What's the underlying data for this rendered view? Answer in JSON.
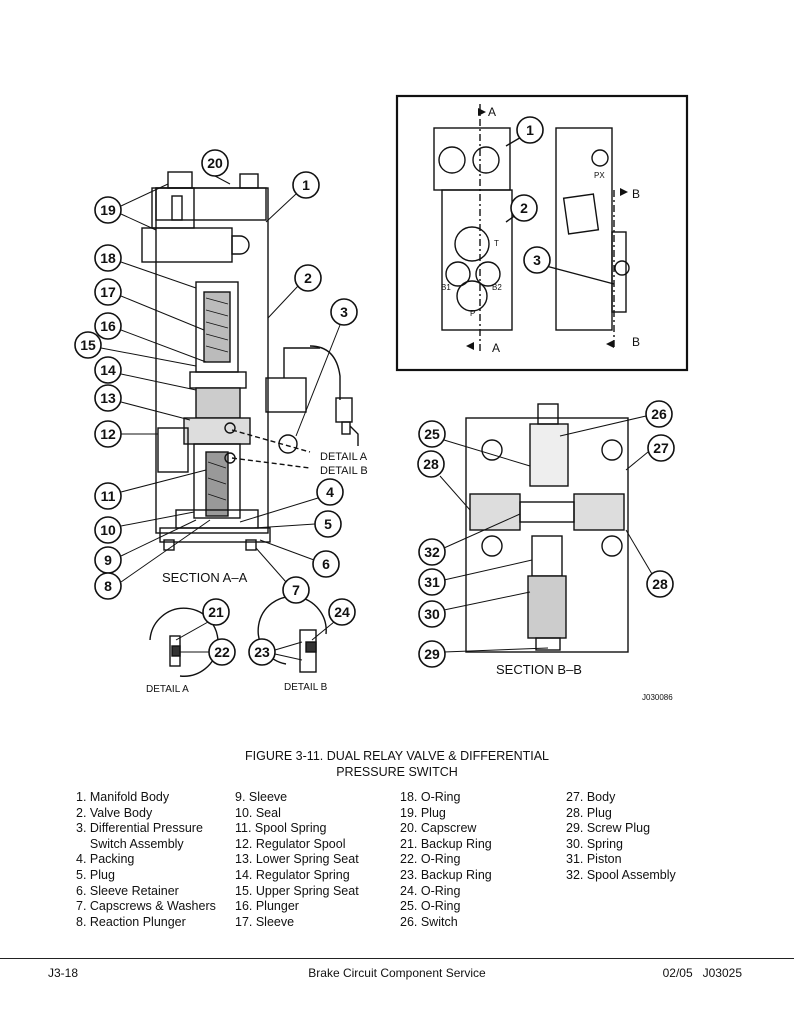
{
  "figure": {
    "code": "J030086",
    "section_aa": "SECTION  A–A",
    "section_bb": "SECTION  B–B",
    "detail_a": "DETAIL  A",
    "detail_b": "DETAIL  B",
    "detail_a_call": "DETAIL  A",
    "detail_b_call": "DETAIL  B",
    "port_px": "PX",
    "port_t": "T",
    "port_b1": "B1",
    "port_b2": "B2",
    "port_p": "P",
    "arrow_a": "A",
    "arrow_b": "B"
  },
  "caption": {
    "line1": "FIGURE 3-11. DUAL RELAY VALVE & DIFFERENTIAL",
    "line2": "PRESSURE SWITCH"
  },
  "parts": {
    "col1": [
      "1. Manifold Body",
      "2. Valve Body",
      "3. Differential Pressure",
      "    Switch Assembly",
      "4. Packing",
      "5. Plug",
      "6. Sleeve Retainer",
      "7. Capscrews & Washers",
      "8. Reaction Plunger"
    ],
    "col2": [
      "9. Sleeve",
      "10. Seal",
      "11. Spool Spring",
      "12. Regulator Spool",
      "13. Lower Spring Seat",
      "14. Regulator Spring",
      "15. Upper Spring Seat",
      "16. Plunger",
      "17. Sleeve"
    ],
    "col3": [
      "18. O-Ring",
      "19. Plug",
      "20. Capscrew",
      "21. Backup Ring",
      "22. O-Ring",
      "23. Backup Ring",
      "24. O-Ring",
      "25. O-Ring",
      "26. Switch"
    ],
    "col4": [
      "27. Body",
      "28. Plug",
      "29. Screw Plug",
      "30. Spring",
      "31. Piston",
      "32. Spool Assembly"
    ]
  },
  "footer": {
    "left": "J3-18",
    "center": "Brake Circuit Component Service",
    "right": "02/05   J03025"
  }
}
